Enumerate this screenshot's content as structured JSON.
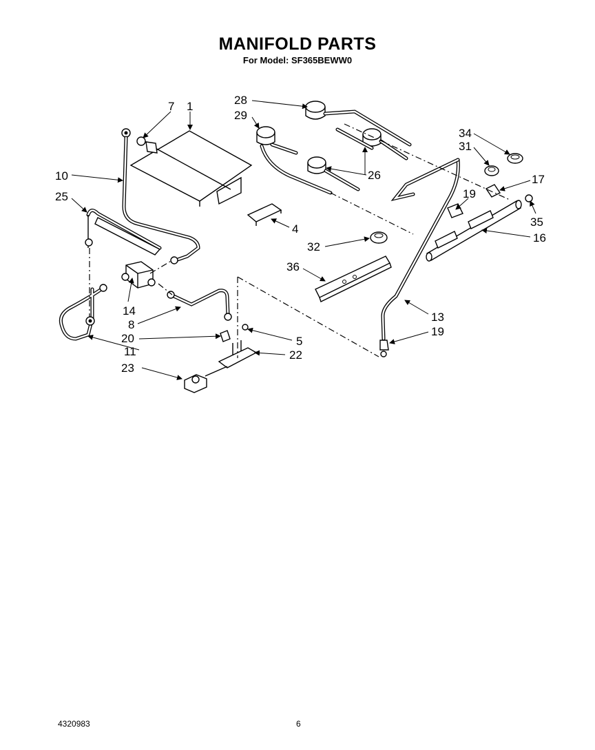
{
  "title": "MANIFOLD PARTS",
  "subtitle": "For Model: SF365BEWW0",
  "footer": {
    "doc_number": "4320983",
    "page_number": "6"
  },
  "callouts": {
    "c7": "7",
    "c1": "1",
    "c28": "28",
    "c29": "29",
    "c10": "10",
    "c25": "25",
    "c34": "34",
    "c31": "31",
    "c17": "17",
    "c19a": "19",
    "c35": "35",
    "c4": "4",
    "c26": "26",
    "c16": "16",
    "c32": "32",
    "c36": "36",
    "c14": "14",
    "c8": "8",
    "c20": "20",
    "c11": "11",
    "c23": "23",
    "c5": "5",
    "c22": "22",
    "c13": "13",
    "c19b": "19"
  }
}
